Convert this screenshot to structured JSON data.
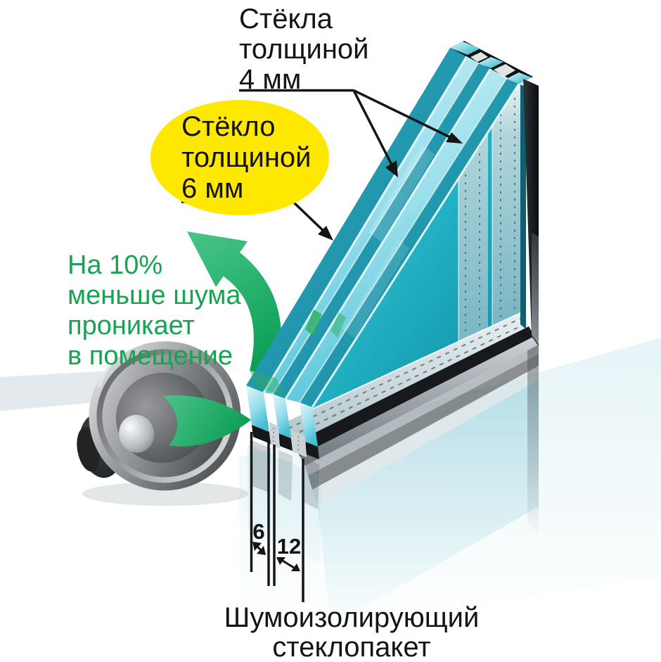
{
  "callouts": {
    "glass_4mm": {
      "lines": [
        "Стёкла",
        "толщиной",
        "4 мм"
      ]
    },
    "glass_6mm": {
      "lines": [
        "Стёкло",
        "толщиной",
        "6 мм"
      ]
    },
    "noise_reduction": {
      "lines": [
        "На 10%",
        "меньше шума",
        "проникает",
        "в помещение"
      ]
    }
  },
  "dimensions": {
    "glass_thickness_mm": "6",
    "air_gap_mm": "12"
  },
  "caption": {
    "lines": [
      "Шумоизолирующий",
      "стеклопакет"
    ]
  },
  "colors": {
    "highlight_bubble_yellow": "#ffe800",
    "noise_text_green": "#17a351",
    "sound_arrow_green": "#00a053",
    "glass_teal": "#2ab7c9",
    "glass_teal_deep": "#0d8ca4",
    "ink": "#141414"
  },
  "icons": {
    "speaker_icon": "loudspeaker",
    "bounce_arrow_icon": "sound-reflection-arrow",
    "dimension_arrows_icon": "double-headed-arrows"
  }
}
